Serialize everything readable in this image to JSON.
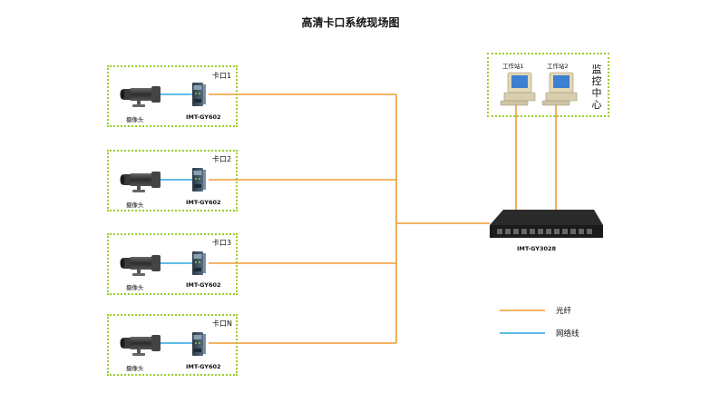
{
  "title": "高清卡口系统现场图",
  "gates": [
    {
      "name": "卡口1",
      "camera_label": "摄像头",
      "device_label": "IMT-GY602"
    },
    {
      "name": "卡口2",
      "camera_label": "摄像头",
      "device_label": "IMT-GY602"
    },
    {
      "name": "卡口3",
      "camera_label": "摄像头",
      "device_label": "IMT-GY602"
    },
    {
      "name": "卡口N",
      "camera_label": "摄像头",
      "device_label": "IMT-GY602"
    }
  ],
  "monitor_center": {
    "label": [
      "监",
      "控",
      "中",
      "心"
    ],
    "stations": [
      "工作站1",
      "工作站2"
    ]
  },
  "switch_label": "IMT-GY3028",
  "legend": [
    {
      "label": "光纤",
      "color": "#f29a33"
    },
    {
      "label": "网络线",
      "color": "#2aa6e0"
    }
  ],
  "colors": {
    "fiber": "#f29a33",
    "network": "#2aa6e0",
    "box_border": "#9ccc2c"
  }
}
